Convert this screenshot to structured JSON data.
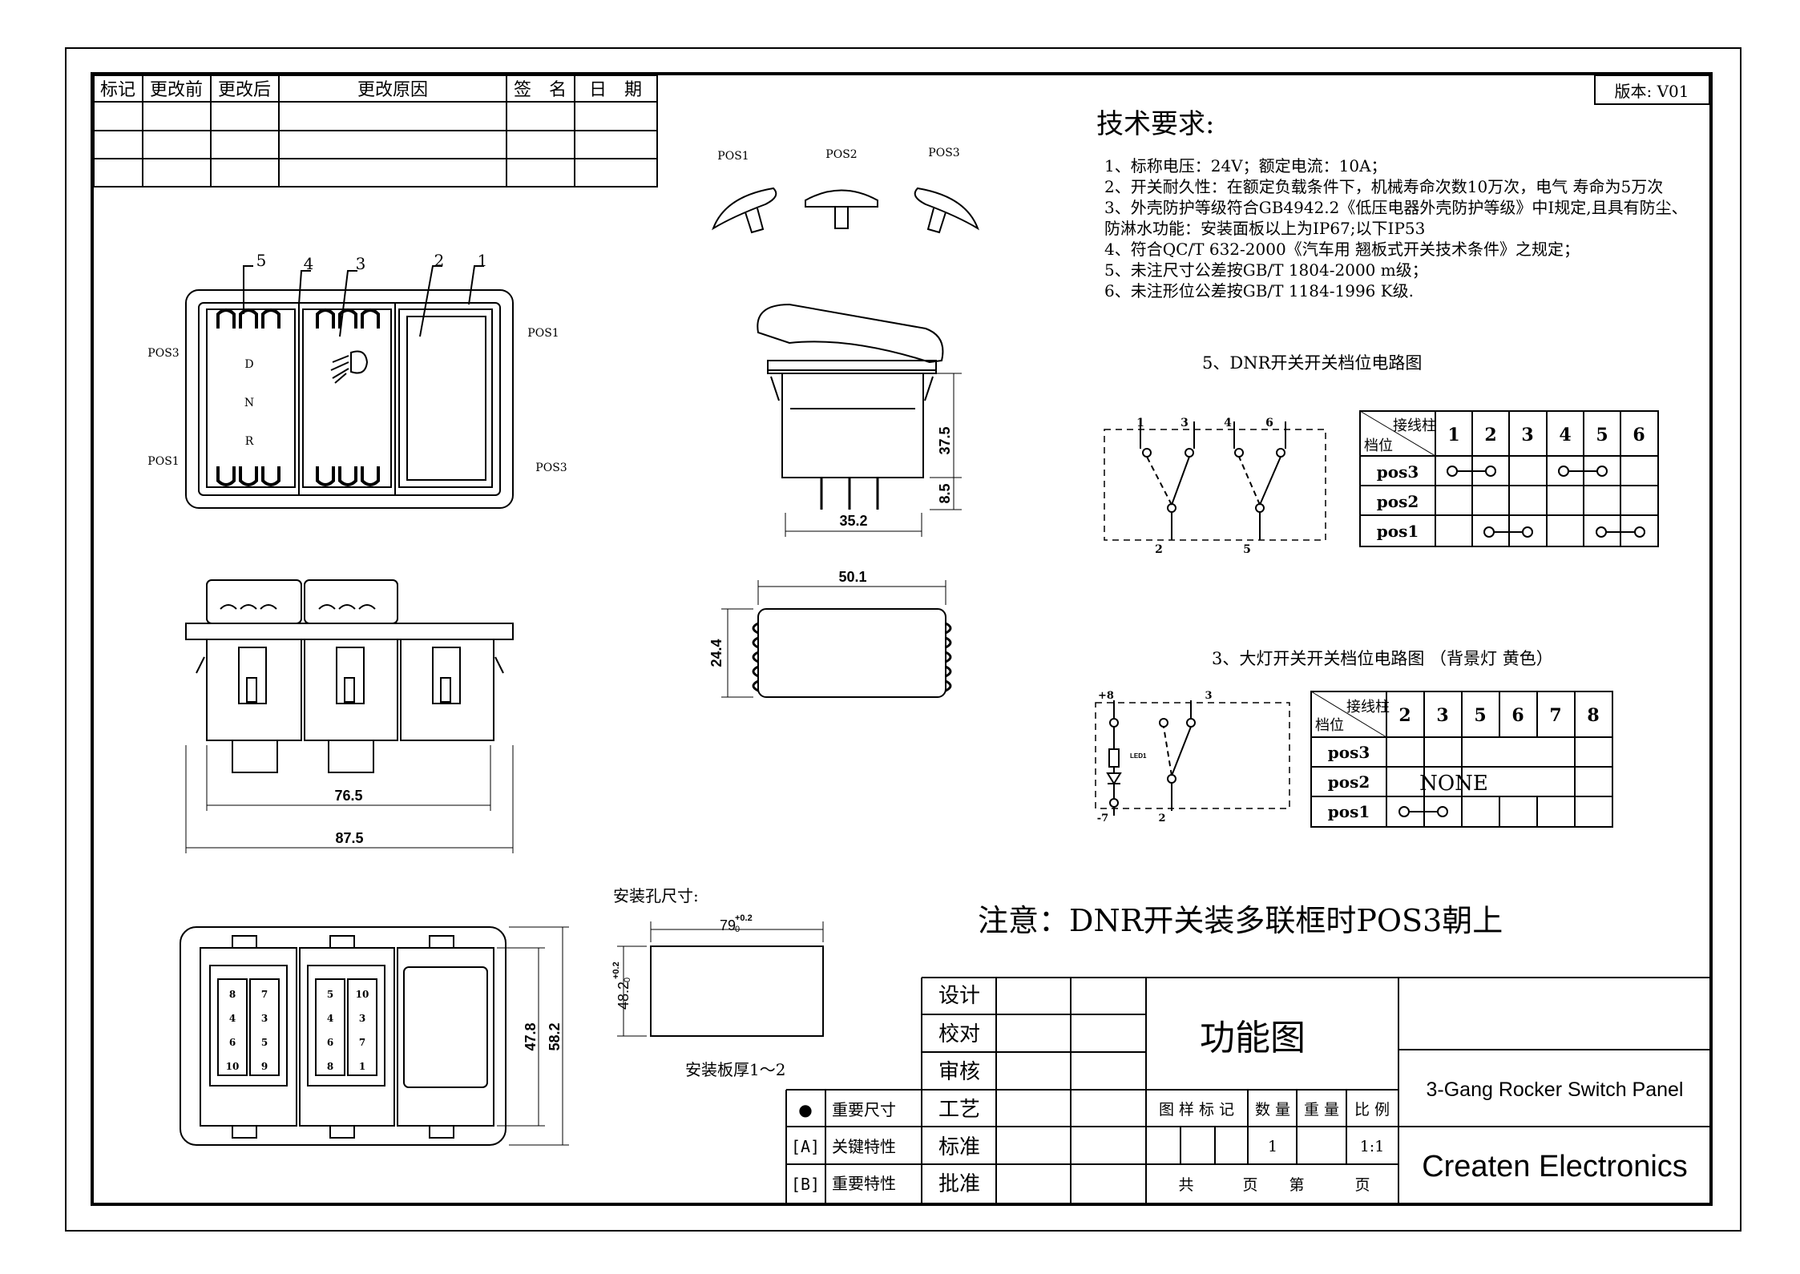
{
  "version": "版本: V01",
  "revision_table": {
    "headers": [
      "标记",
      "更改前",
      "更改后",
      "更改原因",
      "签　名",
      "日　期"
    ]
  },
  "tech_req": {
    "title": "技术要求:",
    "lines": [
      "1、标称电压：24V；额定电流：10A；",
      "2、开关耐久性：在额定负载条件下，机械寿命次数10万次，电气 寿命为5万次",
      "3、外壳防护等级符合GB4942.2《低压电器外壳防护等级》中Ⅰ规定,且具有防尘、",
      "防淋水功能：安装面板以上为IP67;以下IP53",
      "4、符合QC/T 632-2000《汽车用 翘板式开关技术条件》之规定；",
      "5、未注尺寸公差按GB/T 1804-2000 m级；",
      "6、未注形位公差按GB/T 1184-1996 K级."
    ]
  },
  "rocker_positions": [
    "POS1",
    "POS2",
    "POS3"
  ],
  "front_view": {
    "callouts": [
      "5",
      "4",
      "3",
      "2",
      "1"
    ],
    "dnr": [
      "D",
      "N",
      "R"
    ],
    "left_pos": [
      "POS3",
      "POS1"
    ],
    "right_pos": [
      "POS1",
      "POS3"
    ]
  },
  "dims": {
    "side_height": "37.5",
    "side_pin": "8.5",
    "side_width": "35.2",
    "top_width": "50.1",
    "top_height": "24.4",
    "inner_width": "76.5",
    "outer_width": "87.5",
    "back_h1": "47.8",
    "back_h2": "58.2"
  },
  "dnr_circuit": {
    "title": "5、DNR开关开关档位电路图",
    "terminals": [
      "1",
      "3",
      "4",
      "6",
      "2",
      "5"
    ],
    "table": {
      "corner_top": "接线柱",
      "corner_bottom": "档位",
      "cols": [
        "1",
        "2",
        "3",
        "4",
        "5",
        "6"
      ],
      "rows": [
        "pos3",
        "pos2",
        "pos1"
      ]
    }
  },
  "light_circuit": {
    "title": "3、大灯开关开关档位电路图 （背景灯 黄色）",
    "terminals": [
      "+8",
      "3",
      "-7",
      "2"
    ],
    "led_label": "LED1",
    "table": {
      "corner_top": "接线柱",
      "corner_bottom": "档位",
      "cols": [
        "2",
        "3",
        "5",
        "6",
        "7",
        "8"
      ],
      "rows": [
        "pos3",
        "pos2",
        "pos1"
      ],
      "none_text": "NONE"
    }
  },
  "cutout": {
    "title": "安装孔尺寸:",
    "w": "79",
    "w_tol": "+0.2",
    "w_tol2": "0",
    "h": "48.2",
    "h_tol": "+0.2",
    "h_tol2": "0",
    "panel": "安装板厚1～2"
  },
  "note": "注意：DNR开关装多联框时POS3朝上",
  "back_numbers_left": [
    "8",
    "7",
    "4",
    "3",
    "6",
    "5",
    "10",
    "9"
  ],
  "back_numbers_right": [
    "5",
    "10",
    "4",
    "3",
    "6",
    "7",
    "8",
    "1"
  ],
  "title_block": {
    "roles": [
      "设计",
      "校对",
      "审核",
      "工艺",
      "标准",
      "批准"
    ],
    "legend": [
      {
        "sym": "●",
        "text": "重要尺寸"
      },
      {
        "sym": "[A]",
        "text": "关键特性"
      },
      {
        "sym": "[B]",
        "text": "重要特性"
      }
    ],
    "drawing_name": "功能图",
    "headers": [
      "图 样 标 记",
      "数 量",
      "重 量",
      "比 例"
    ],
    "qty": "1",
    "scale": "1:1",
    "sheet": [
      "共",
      "页",
      "第",
      "页"
    ],
    "product": "3-Gang Rocker Switch Panel",
    "company": "Createn Electronics"
  }
}
